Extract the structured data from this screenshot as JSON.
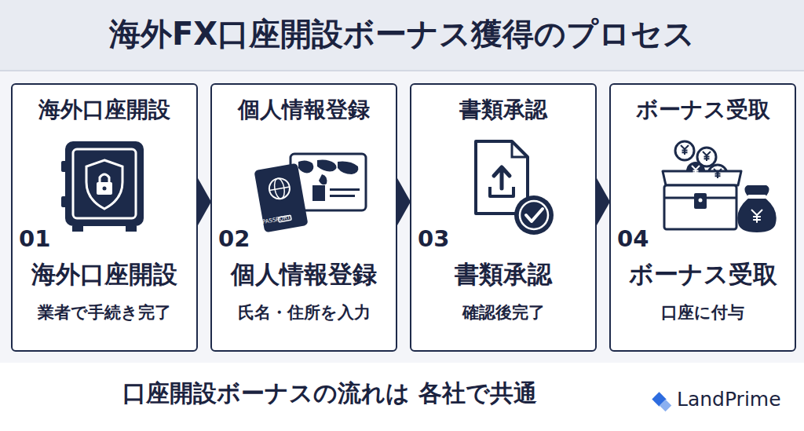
{
  "diagram": {
    "title": "海外FX口座開設ボーナス獲得のプロセス",
    "caption": "口座開設ボーナスの流れは 各社で共通",
    "nodes": [
      {
        "text": [
          "海外口座開設",
          "01",
          "海外口座開設",
          "業者で手続き完了"
        ]
      },
      {
        "text": [
          "個人情報登録",
          "02",
          "個人情報登録",
          "氏名・住所を入力"
        ]
      },
      {
        "text": [
          "書類承認",
          "03",
          "書類承認",
          "確認後完了"
        ]
      },
      {
        "text": [
          "ボーナス受取",
          "04",
          "ボーナス受取",
          "口座に付与"
        ]
      }
    ],
    "edges": [
      {
        "from": 0,
        "to": 1,
        "arrow": "to"
      },
      {
        "from": 1,
        "to": 2,
        "arrow": "to"
      },
      {
        "from": 2,
        "to": 3,
        "arrow": "to"
      }
    ],
    "labels": [
      "PASSPORT",
      "LandPrime"
    ]
  }
}
